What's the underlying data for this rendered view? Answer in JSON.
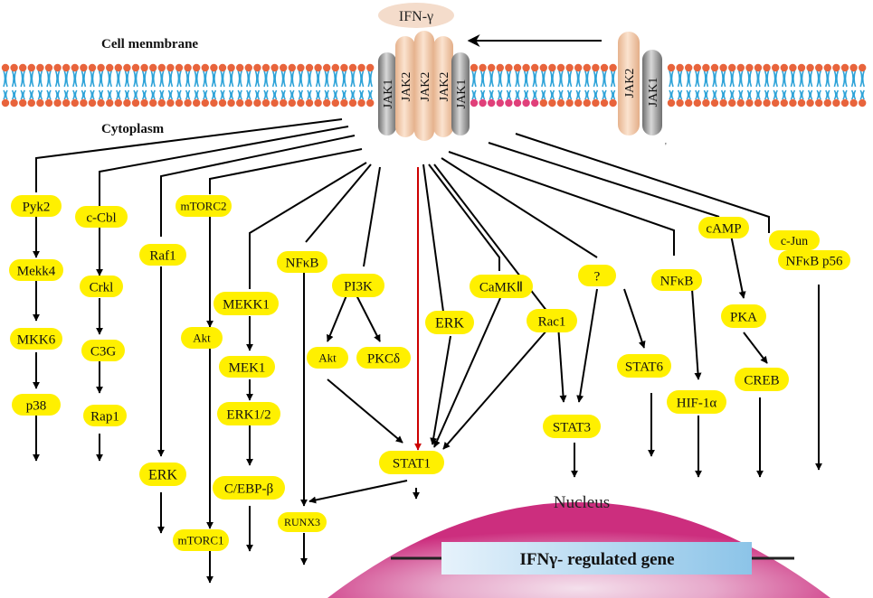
{
  "labels": {
    "ifn": "IFN-γ",
    "membrane": "Cell menmbrane",
    "cytoplasm": "Cytoplasm",
    "nucleus": "Nucleus",
    "gene": "IFNγ- regulated gene",
    "jak1": "JAK1",
    "jak2": "JAK2",
    "stray_mark": "'"
  },
  "nodes": {
    "pyk2": "Pyk2",
    "mekk4": "Mekk4",
    "mkk6": "MKK6",
    "p38": "p38",
    "ccbl": "c-Cbl",
    "crkl": "Crkl",
    "c3g": "C3G",
    "rap1": "Rap1",
    "raf1": "Raf1",
    "erk_a": "ERK",
    "mtorc2": "mTORC2",
    "akt_a": "Akt",
    "mtorc1": "mTORC1",
    "mekk1": "MEKK1",
    "mek1": "MEK1",
    "erk12": "ERK1/2",
    "cebpb": "C/EBP-β",
    "nfkb_a": "NFκB",
    "runx3": "RUNX3",
    "pi3k": "PI3K",
    "akt_b": "Akt",
    "pkcd": "PKCδ",
    "stat1": "STAT1",
    "erk_b": "ERK",
    "camkii": "CaMKⅡ",
    "rac1": "Rac1",
    "stat3": "STAT3",
    "unknown": "?",
    "stat6": "STAT6",
    "nfkb_b": "NFκB",
    "hif1a": "HIF-1α",
    "camp": "cAMP",
    "pka": "PKA",
    "creb": "CREB",
    "cjun": "c-Jun",
    "nfkbp56": "NFκB p56"
  },
  "colors": {
    "node_fill": "#FFF000",
    "lipid_head": "#E8643C",
    "lipid_head_pink": "#E0407A",
    "lipid_tail": "#2EA3D8",
    "nucleus_outer": "#CC2E7E",
    "nucleus_inner": "#F2D6E6",
    "gene_box": "#BEDDF2",
    "jak2_fill": "#F2C9A8",
    "jak1_fill": "#A0A0A0",
    "ifn_fill": "#F4DCCB",
    "red_arrow": "#CC0000"
  }
}
